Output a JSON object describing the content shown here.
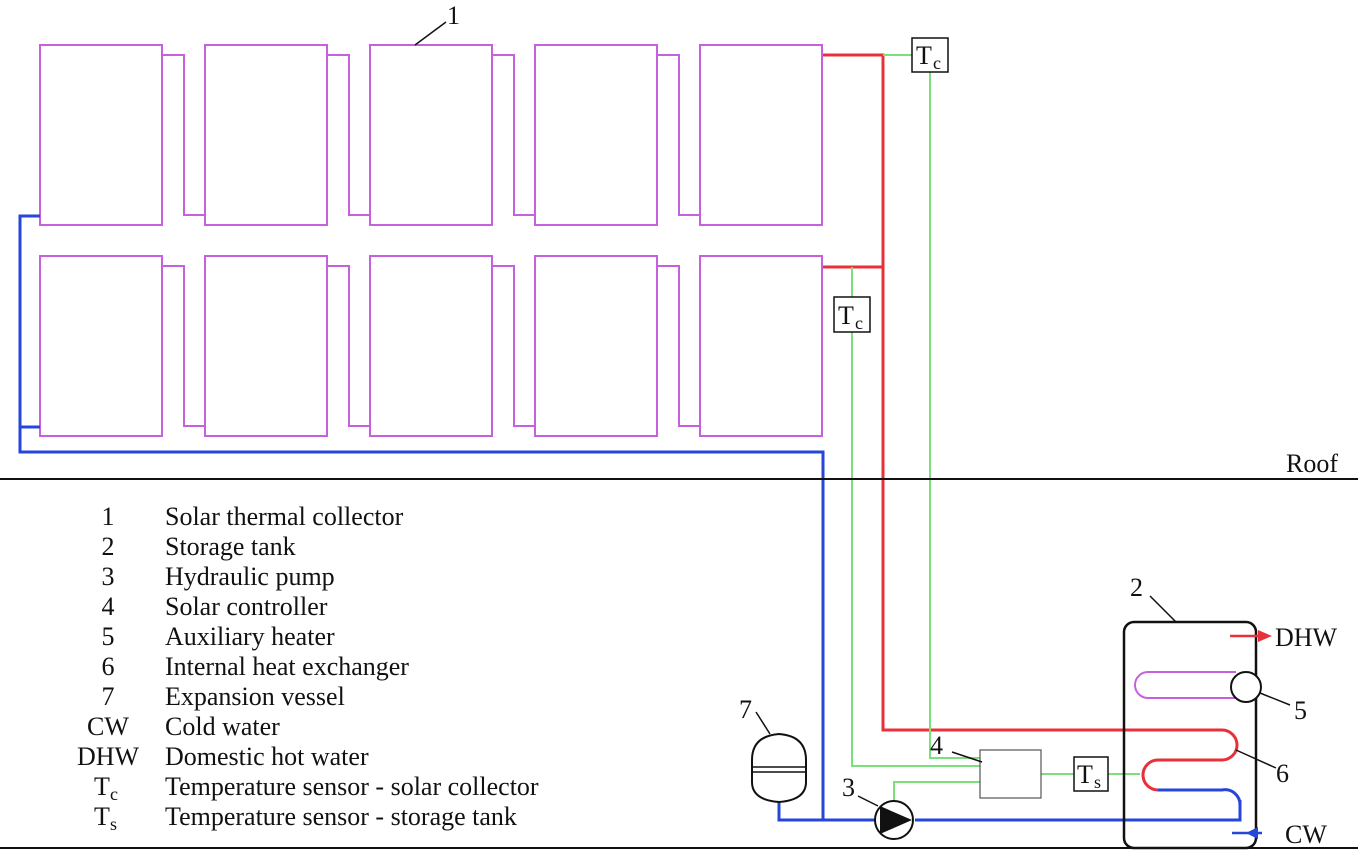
{
  "colors": {
    "hot": "#e8303a",
    "cold": "#2546d8",
    "sensor": "#7be07b",
    "collector": "#c660de",
    "ink": "#111111"
  },
  "labels": {
    "collector_ref": "1",
    "storage_ref": "2",
    "pump_ref": "3",
    "controller_ref": "4",
    "aux_heater_ref": "5",
    "heat_exchanger_ref": "6",
    "expansion_ref": "7",
    "roof": "Roof",
    "dhw": "DHW",
    "cw": "CW",
    "sensor_collector": {
      "base": "T",
      "sub": "c"
    },
    "sensor_storage": {
      "base": "T",
      "sub": "s"
    }
  },
  "legend": [
    {
      "key": "1",
      "desc": "Solar thermal collector"
    },
    {
      "key": "2",
      "desc": "Storage tank"
    },
    {
      "key": "3",
      "desc": "Hydraulic pump"
    },
    {
      "key": "4",
      "desc": "Solar controller"
    },
    {
      "key": "5",
      "desc": "Auxiliary heater"
    },
    {
      "key": "6",
      "desc": "Internal heat exchanger"
    },
    {
      "key": "7",
      "desc": "Expansion vessel"
    },
    {
      "key": "CW",
      "desc": "Cold water"
    },
    {
      "key": "DHW",
      "desc": "Domestic hot water"
    },
    {
      "key": "T",
      "sub": "c",
      "desc": "Temperature sensor - solar collector"
    },
    {
      "key": "T",
      "sub": "s",
      "desc": "Temperature sensor - storage tank"
    }
  ]
}
